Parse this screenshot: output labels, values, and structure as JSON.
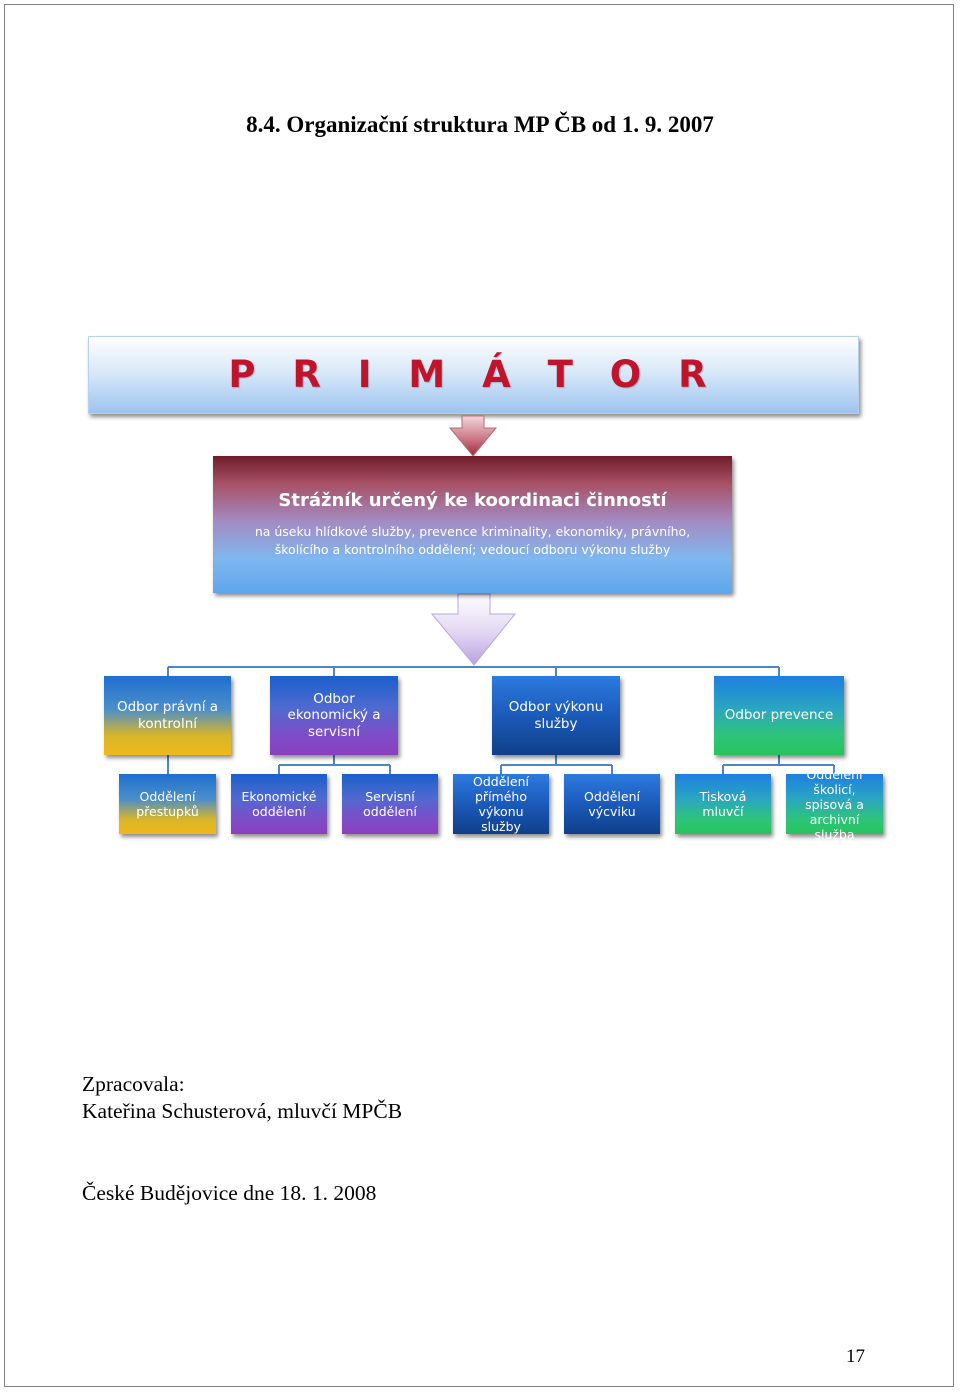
{
  "heading": "8.4.  Organizační struktura MP ČB od 1. 9. 2007",
  "chart": {
    "primator": "P R I M Á T O R",
    "coordinator": {
      "title": "Strážník určený ke koordinaci činností",
      "subtitle": "na úseku hlídkové služby, prevence kriminality, ekonomiky, právního, školícího a kontrolního oddělení; vedoucí odboru výkonu služby"
    },
    "departments": [
      {
        "label": "Odbor právní a kontrolní",
        "color": "#efb91a"
      },
      {
        "label": "Odbor ekonomický a servisní",
        "color": "#8a3fc0"
      },
      {
        "label": "Odbor výkonu služby",
        "color": "#0f3f8a"
      },
      {
        "label": "Odbor prevence",
        "color": "#27c45c"
      }
    ],
    "units": [
      {
        "label": "Oddělení přestupků"
      },
      {
        "label": "Ekonomické oddělení"
      },
      {
        "label": "Servisní oddělení"
      },
      {
        "label": "Oddělení přímého výkonu služby"
      },
      {
        "label": "Oddělení výcviku"
      },
      {
        "label": "Tisková mluvčí"
      },
      {
        "label": "Oddělení školicí, spisová a archivní služba"
      }
    ]
  },
  "footer": {
    "prepared_label": "Zpracovala:",
    "author": "Kateřina Schusterová, mluvčí MPČB",
    "place_date": "České Budějovice dne 18. 1. 2008"
  },
  "page_number": "17"
}
